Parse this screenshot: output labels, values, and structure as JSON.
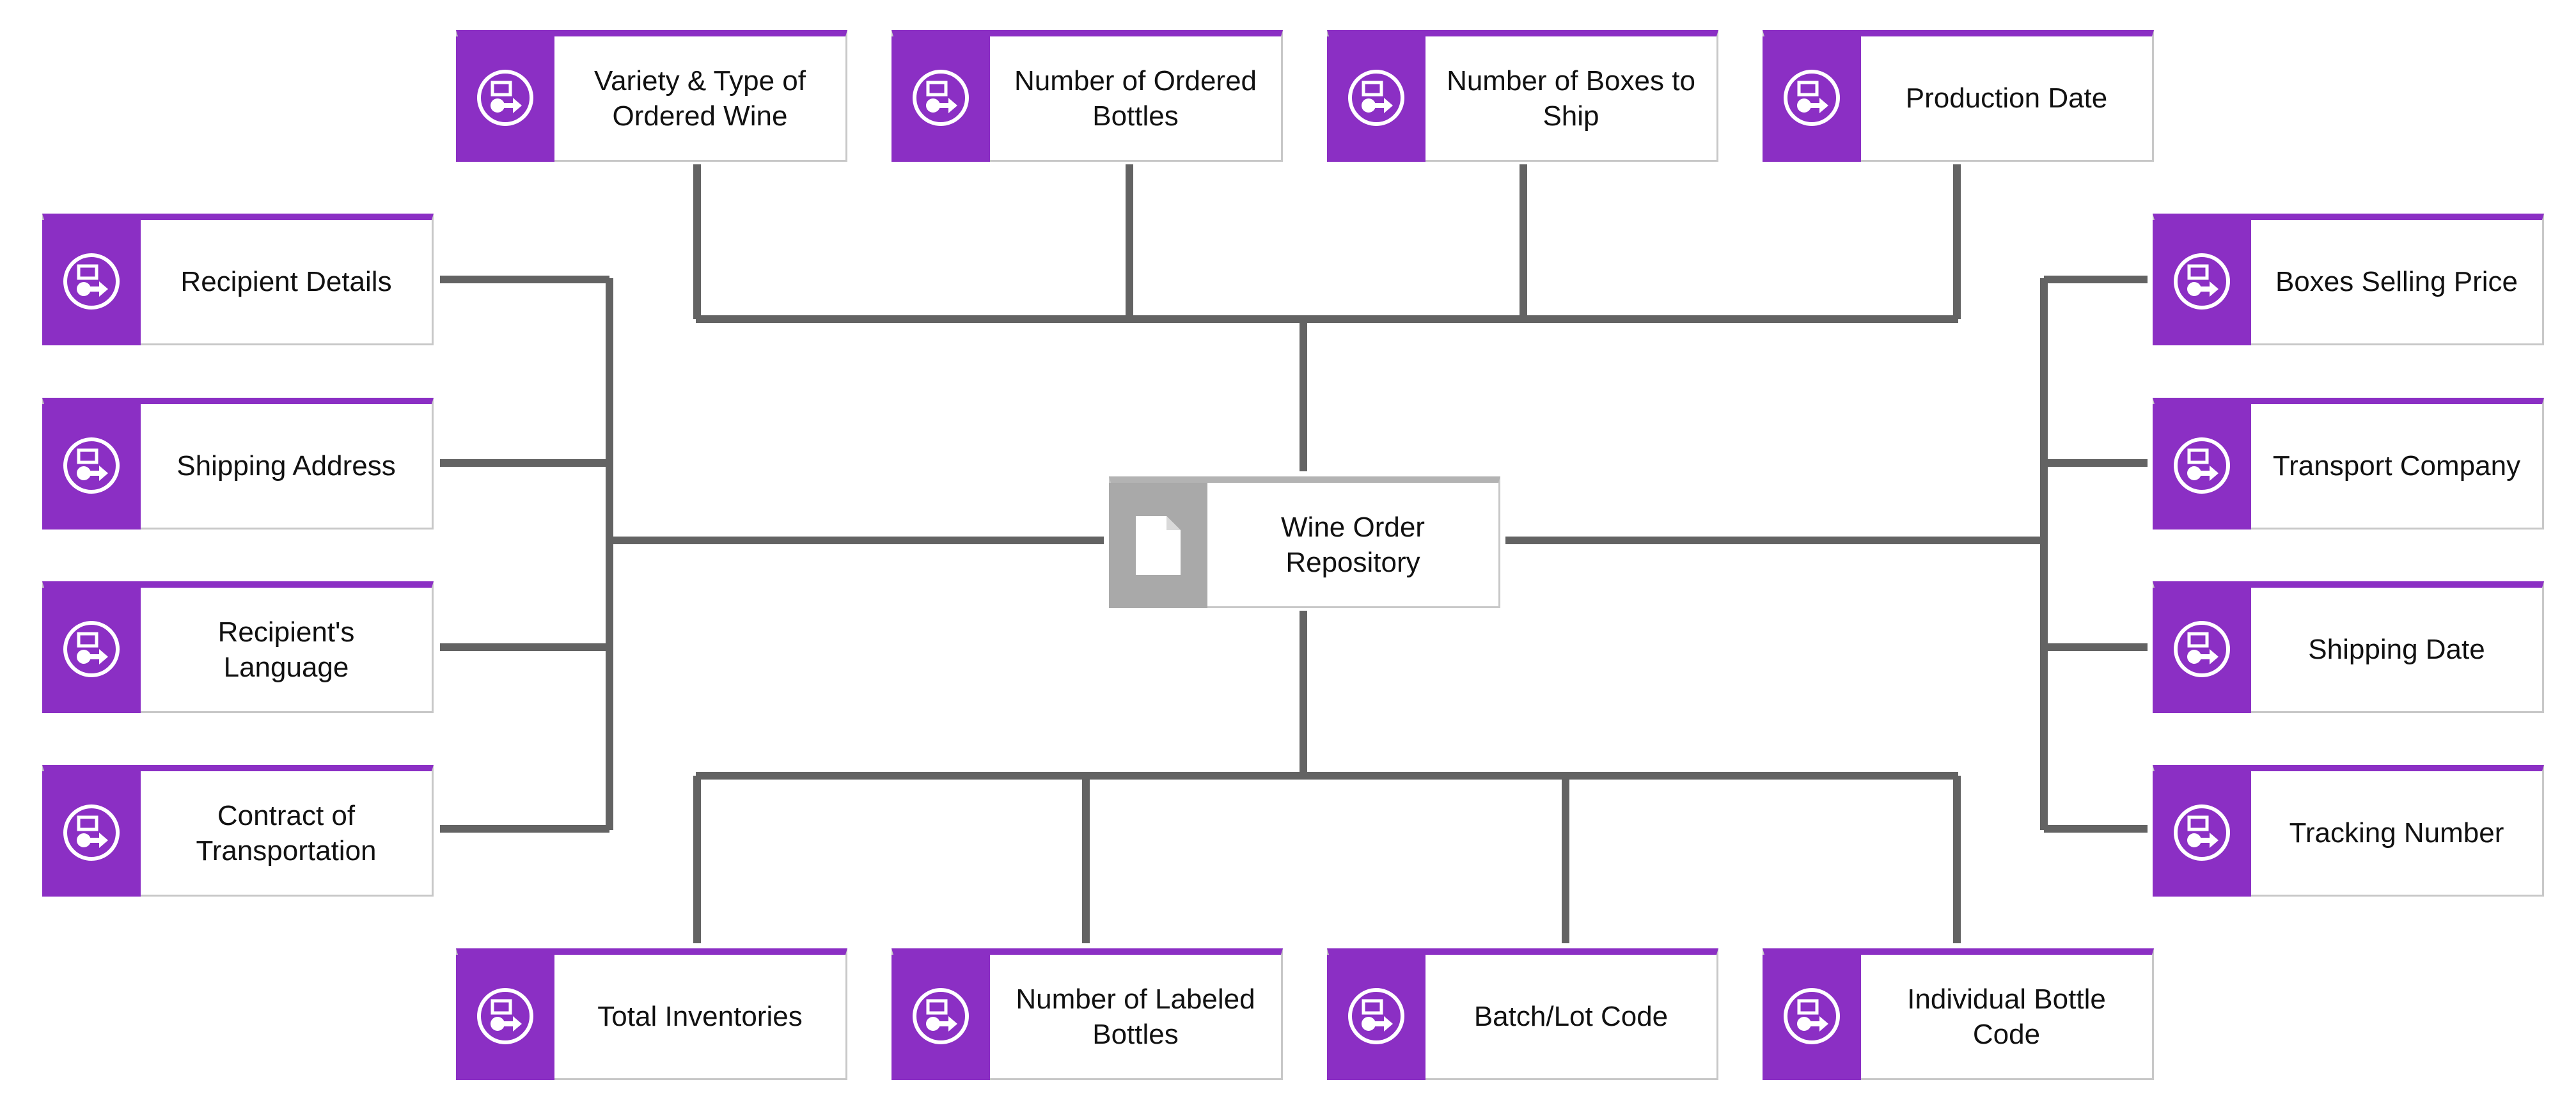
{
  "colors": {
    "accent": "#8b2fc4",
    "center_accent": "#a9a9a9",
    "connector": "#636363",
    "border": "#c8c8c8"
  },
  "center": {
    "label": "Wine Order\nRepository",
    "icon": "document-icon"
  },
  "top": [
    {
      "label": "Variety & Type of\nOrdered Wine",
      "icon": "data-flow-icon"
    },
    {
      "label": "Number of Ordered\nBottles",
      "icon": "data-flow-icon"
    },
    {
      "label": "Number of Boxes to\nShip",
      "icon": "data-flow-icon"
    },
    {
      "label": "Production Date",
      "icon": "data-flow-icon"
    }
  ],
  "left": [
    {
      "label": "Recipient Details",
      "icon": "data-flow-icon"
    },
    {
      "label": "Shipping Address",
      "icon": "data-flow-icon"
    },
    {
      "label": "Recipient's\nLanguage",
      "icon": "data-flow-icon"
    },
    {
      "label": "Contract of\nTransportation",
      "icon": "data-flow-icon"
    }
  ],
  "right": [
    {
      "label": "Boxes Selling Price",
      "icon": "data-flow-icon"
    },
    {
      "label": "Transport Company",
      "icon": "data-flow-icon"
    },
    {
      "label": "Shipping Date",
      "icon": "data-flow-icon"
    },
    {
      "label": "Tracking Number",
      "icon": "data-flow-icon"
    }
  ],
  "bottom": [
    {
      "label": "Total Inventories",
      "icon": "data-flow-icon"
    },
    {
      "label": "Number of Labeled\nBottles",
      "icon": "data-flow-icon"
    },
    {
      "label": "Batch/Lot Code",
      "icon": "data-flow-icon"
    },
    {
      "label": "Individual Bottle\nCode",
      "icon": "data-flow-icon"
    }
  ]
}
